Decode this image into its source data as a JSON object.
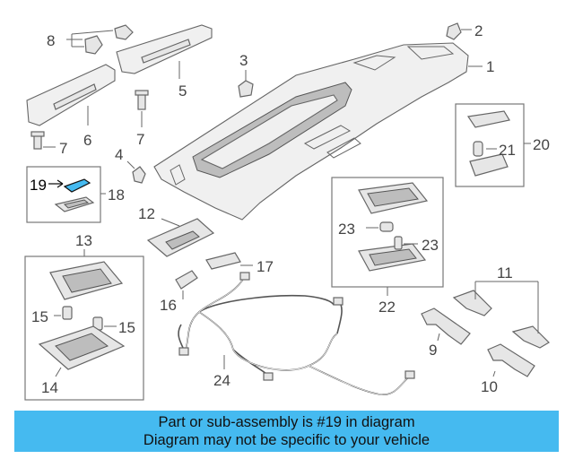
{
  "callouts": {
    "c1": "1",
    "c2": "2",
    "c3": "3",
    "c4": "4",
    "c5": "5",
    "c6": "6",
    "c7a": "7",
    "c7b": "7",
    "c8": "8",
    "c9": "9",
    "c10": "10",
    "c11": "11",
    "c12": "12",
    "c13": "13",
    "c14": "14",
    "c15a": "15",
    "c15b": "15",
    "c16": "16",
    "c17": "17",
    "c18": "18",
    "c19": "19",
    "c20": "20",
    "c21": "21",
    "c22": "22",
    "c23a": "23",
    "c23b": "23",
    "c24": "24"
  },
  "highlight": {
    "part_number": "19",
    "color": "#45baf0"
  },
  "banner": {
    "line1": "Part or sub-assembly is #19 in diagram",
    "line2": "Diagram may not be specific to your vehicle",
    "color": "#45baf0"
  }
}
